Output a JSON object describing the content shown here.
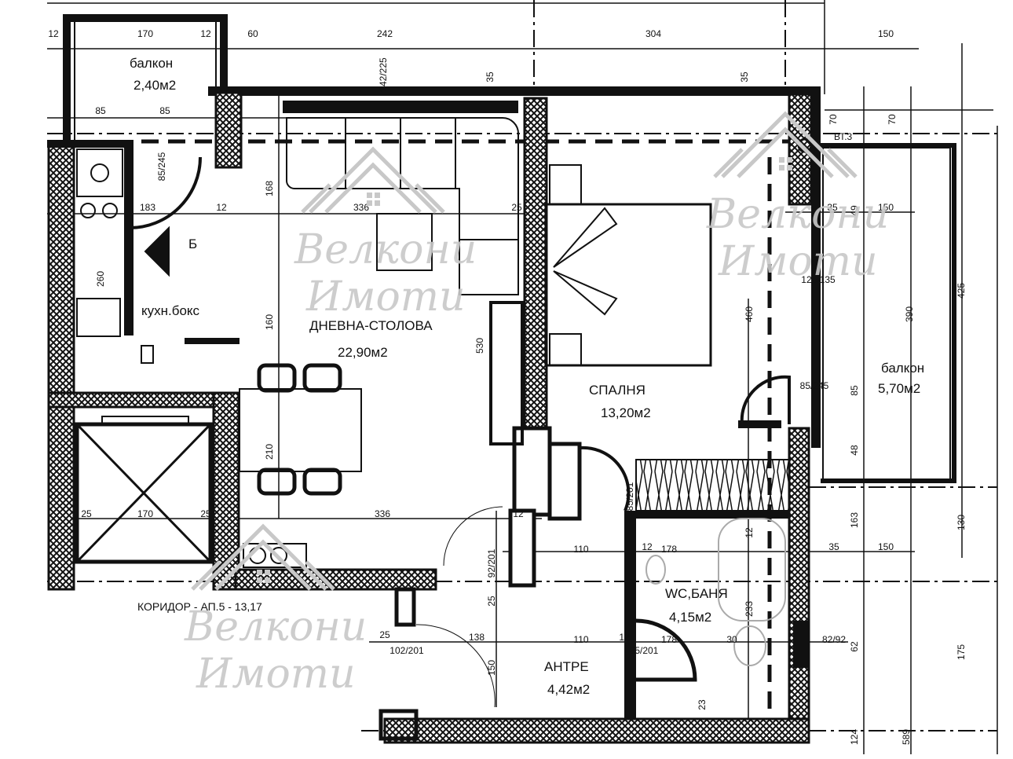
{
  "rooms": {
    "balcony_small": {
      "name": "балкон",
      "area": "2,40м2"
    },
    "kitchen": {
      "name": "кухн.бокс",
      "mark": "Б"
    },
    "living": {
      "name": "ДНЕВНА-СТОЛОВА",
      "area": "22,90м2"
    },
    "bedroom": {
      "name": "СПАЛНЯ",
      "area": "13,20м2"
    },
    "balcony_large": {
      "name": "балкон",
      "area": "5,70м2"
    },
    "bathroom": {
      "name": "WC,БАНЯ",
      "area": "4,15м2"
    },
    "entrance": {
      "name": "АНТРЕ",
      "area": "4,42м2"
    },
    "corridor": {
      "name": "КОРИДОР - АП.5 - 13,17"
    }
  },
  "riser_label": "ВТ.3",
  "dimensions": [
    "12",
    "170",
    "12",
    "60",
    "242",
    "304",
    "150",
    "85",
    "85",
    "35",
    "35",
    "242/225",
    "85/245",
    "183",
    "12",
    "336",
    "25",
    "168",
    "160",
    "530",
    "210",
    "260",
    "25",
    "170",
    "25",
    "336",
    "12",
    "92/201",
    "25",
    "25",
    "138",
    "102/201",
    "150",
    "85/201",
    "110",
    "12",
    "178",
    "12",
    "35",
    "150",
    "110",
    "12",
    "178",
    "30",
    "82/92",
    "85/201",
    "233",
    "23",
    "460",
    "85/245",
    "70",
    "70",
    "35",
    "49",
    "150",
    "125/135",
    "390",
    "425",
    "85",
    "48",
    "163",
    "130",
    "175",
    "62",
    "124",
    "589"
  ],
  "watermark": {
    "line1": "Велкони",
    "line2": "Имоти"
  },
  "colors": {
    "ink": "#111111",
    "watermark": "#c8c8c8"
  }
}
